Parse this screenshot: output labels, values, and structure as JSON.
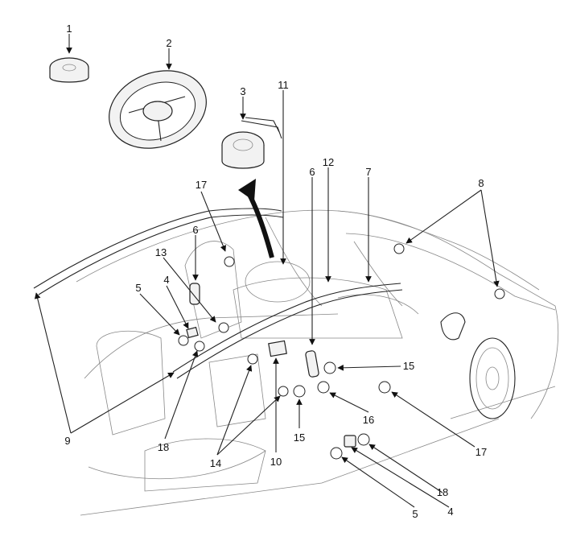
{
  "callouts": {
    "n1": "1",
    "n2": "2",
    "n3": "3",
    "n4a": "4",
    "n4b": "4",
    "n5a": "5",
    "n5b": "5",
    "n6a": "6",
    "n6b": "6",
    "n7": "7",
    "n8": "8",
    "n9": "9",
    "n10": "10",
    "n11": "11",
    "n12": "12",
    "n13": "13",
    "n14": "14",
    "n15a": "15",
    "n15b": "15",
    "n16": "16",
    "n17a": "17",
    "n17b": "17",
    "n18a": "18",
    "n18b": "18"
  }
}
